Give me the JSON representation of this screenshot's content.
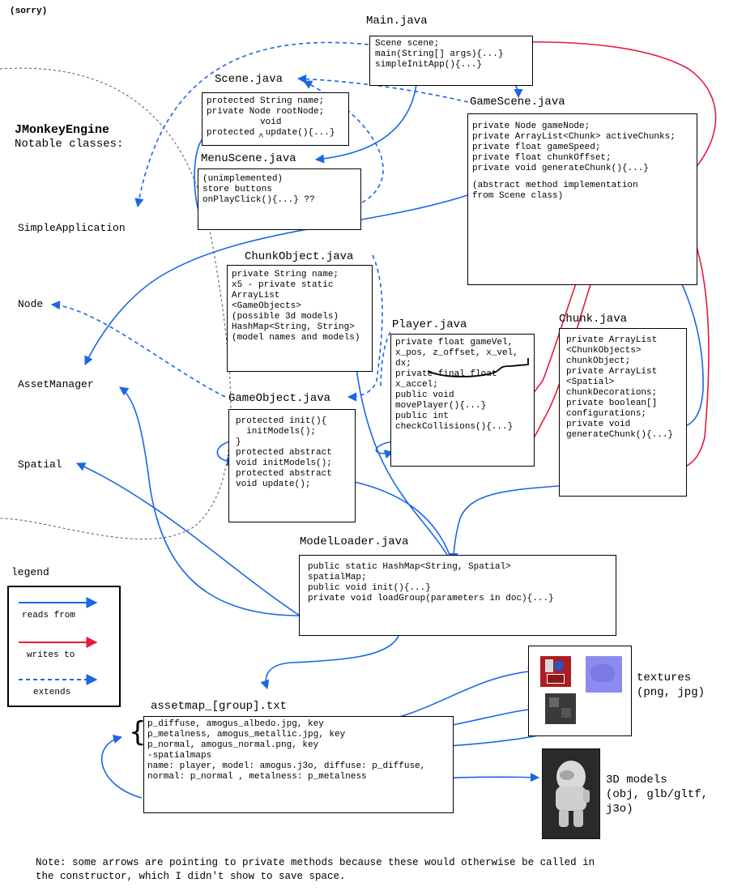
{
  "corner_note": "(sorry)",
  "engine": {
    "title": "JMonkeyEngine",
    "subtitle": "Notable classes:",
    "classes": [
      "SimpleApplication",
      "Node",
      "AssetManager",
      "Spatial"
    ]
  },
  "main_java": {
    "title": "Main.java",
    "lines": [
      "Scene scene;",
      "",
      "main(String[] args){...}",
      "simpleInitApp(){...}"
    ]
  },
  "scene_java": {
    "title": "Scene.java",
    "lines": [
      "protected String name;",
      "private Node rootNode;",
      "          void",
      "protected  update(){...}"
    ],
    "caret": "^"
  },
  "gamescene_java": {
    "title": "GameScene.java",
    "lines": [
      "private Node gameNode;",
      "private ArrayList<Chunk> activeChunks;",
      "private float gameSpeed;",
      "private float chunkOffset;",
      "",
      "private void generateChunk(){...}",
      "",
      "(abstract method implementation",
      "from Scene class)"
    ]
  },
  "menuscene_java": {
    "title": "MenuScene.java",
    "lines": [
      "(unimplemented)",
      "",
      "store buttons",
      "",
      "onPlayClick(){...} ??"
    ]
  },
  "chunkobject_java": {
    "title": "ChunkObject.java",
    "lines": [
      "private String name;",
      "",
      "x5 - private static",
      "ArrayList",
      "<GameObjects>",
      "(possible 3d models)",
      "",
      "HashMap<String, String>",
      "(model names and models)"
    ]
  },
  "player_java": {
    "title": "Player.java",
    "lines": [
      "private float gameVel,",
      "x_pos, z_offset, x_vel,",
      "dx;",
      "",
      "private final float",
      "x_accel;",
      "",
      "public void",
      "movePlayer(){...}",
      "public int",
      "checkCollisions(){...}"
    ]
  },
  "chunk_java": {
    "title": "Chunk.java",
    "lines": [
      "private ArrayList",
      "<ChunkObjects>",
      "chunkObject;",
      "",
      "private ArrayList",
      "<Spatial>",
      "chunkDecorations;",
      "",
      "private boolean[]",
      "configurations;",
      "",
      "private void",
      "generateChunk(){...}"
    ]
  },
  "gameobject_java": {
    "title": "GameObject.java",
    "lines": [
      "protected init(){",
      "  initModels();",
      "}",
      "",
      "protected abstract",
      "void initModels();",
      "",
      "protected abstract",
      "void update();"
    ]
  },
  "modelloader_java": {
    "title": "ModelLoader.java",
    "lines": [
      "public static HashMap<String, Spatial>",
      "spatialMap;",
      "",
      "public void init(){...}",
      "private void loadGroup(parameters in doc){...}"
    ]
  },
  "legend": {
    "title": "legend",
    "items": [
      {
        "label": "reads from",
        "color": "#1a66e6",
        "style": "solid"
      },
      {
        "label": "writes to",
        "color": "#e61a3c",
        "style": "solid"
      },
      {
        "label": "extends",
        "color": "#1a66e6",
        "style": "dashed"
      }
    ]
  },
  "assetmap": {
    "title": "assetmap_[group].txt",
    "lines": [
      "p_diffuse, amogus_albedo.jpg, key",
      "p_metalness, amogus_metallic.jpg, key",
      "p_normal, amogus_normal.png, key",
      "",
      "-spatialmaps",
      "",
      "name: player, model: amogus.j3o, diffuse: p_diffuse,",
      "normal: p_normal , metalness: p_metalness"
    ]
  },
  "textures": {
    "label_lines": [
      "textures",
      "(png, jpg)"
    ]
  },
  "models3d": {
    "label_lines": [
      "3D models",
      "(obj, glb/gltf,",
      "j3o)"
    ]
  },
  "footnote": {
    "lines": [
      "Note: some arrows are pointing to private methods because these would otherwise be called in",
      "the constructor, which I didn't show to save space."
    ]
  },
  "colors": {
    "reads": "#1a66e6",
    "writes": "#e61a3c"
  }
}
